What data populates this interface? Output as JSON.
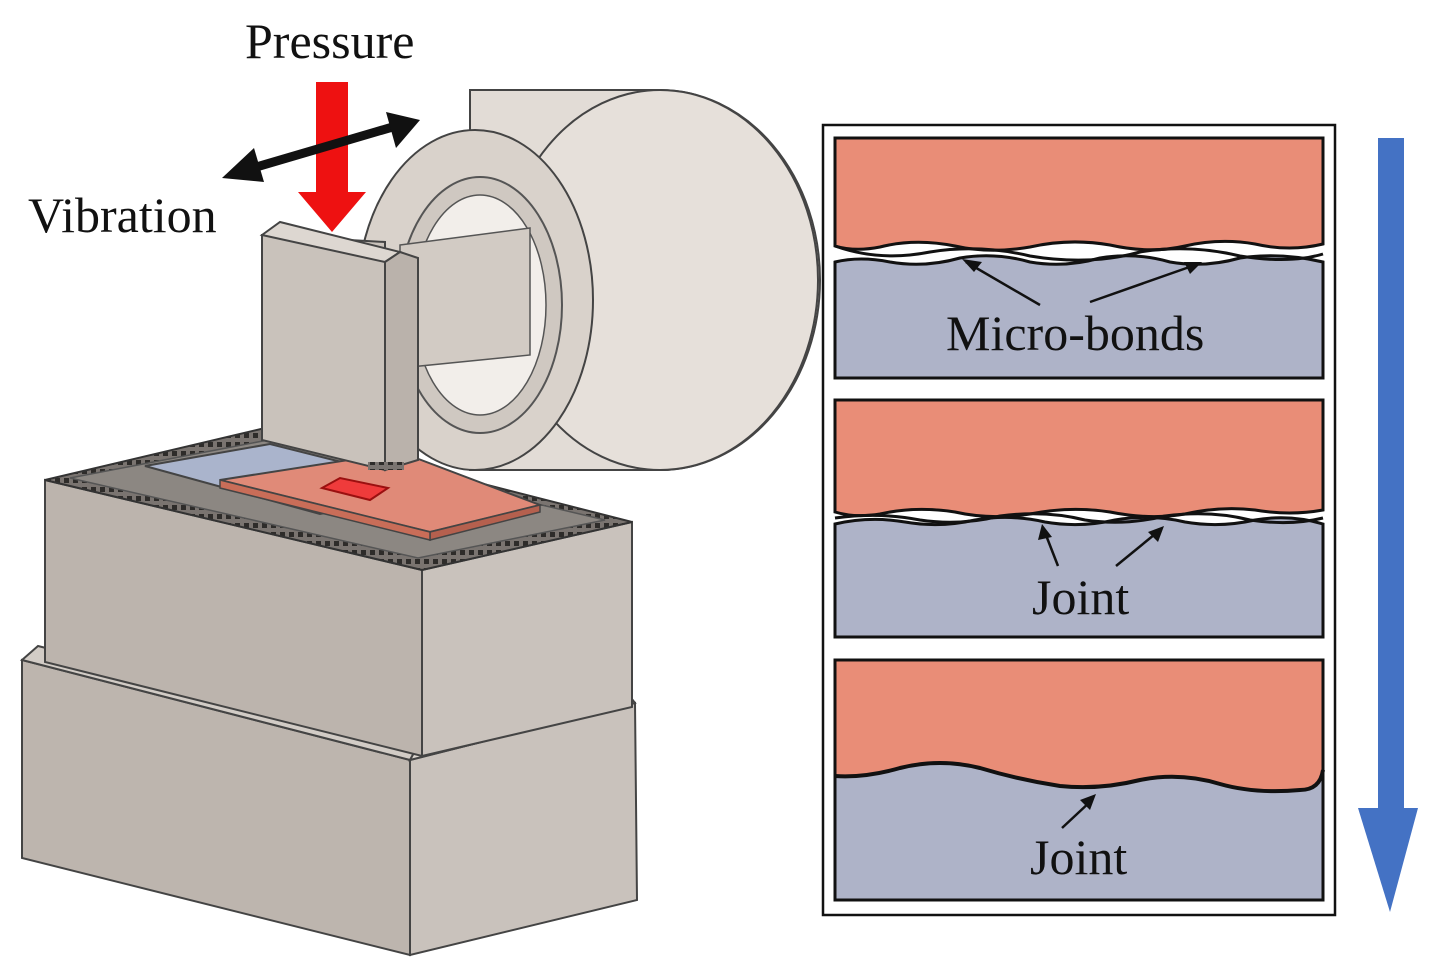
{
  "labels": {
    "pressure": "Pressure",
    "vibration": "Vibration",
    "stage1": "Micro-bonds",
    "stage2": "Joint",
    "stage3": "Joint"
  },
  "colors": {
    "upper_layer": "#e98d77",
    "lower_layer": "#aeb3c8",
    "pressure_arrow": "#ee1111",
    "process_arrow": "#4472c4",
    "machine_body": "#bfb7b1",
    "machine_shade": "#a8a09a",
    "transducer": "#e2dcd6",
    "workpiece": "#e08a78",
    "chip": "#ef3b3b",
    "anvil_plate": "#aab4cc"
  },
  "icons": {
    "pressure": "down-arrow-icon",
    "vibration": "double-headed-arrow-icon",
    "process": "down-arrow-icon"
  }
}
